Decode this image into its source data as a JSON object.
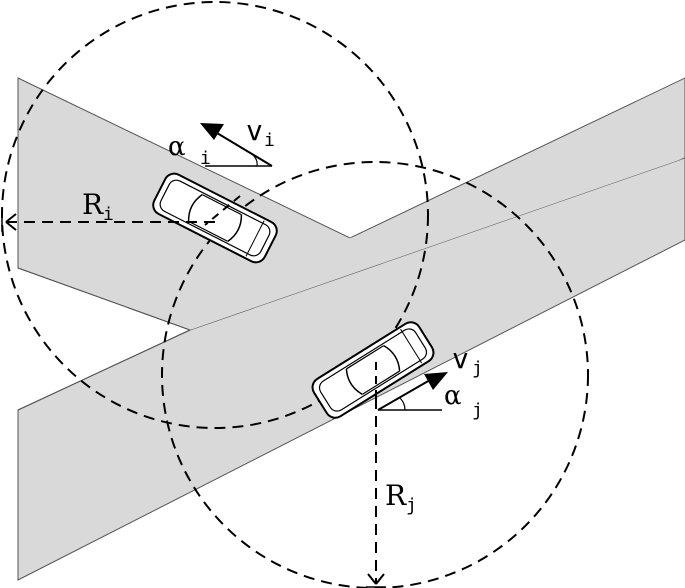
{
  "diagram": {
    "labels": {
      "alpha_i": {
        "main": "α",
        "sub": "i"
      },
      "v_i": {
        "main": "v",
        "sub": "i"
      },
      "R_i": {
        "main": "R",
        "sub": "i"
      },
      "v_j": {
        "main": "v",
        "sub": "j"
      },
      "alpha_j": {
        "main": "α",
        "sub": "j"
      },
      "R_j": {
        "main": "R",
        "sub": "j"
      }
    },
    "colors": {
      "road": "#d9d9d9",
      "line": "#000000",
      "car_body": "#ffffff"
    }
  }
}
